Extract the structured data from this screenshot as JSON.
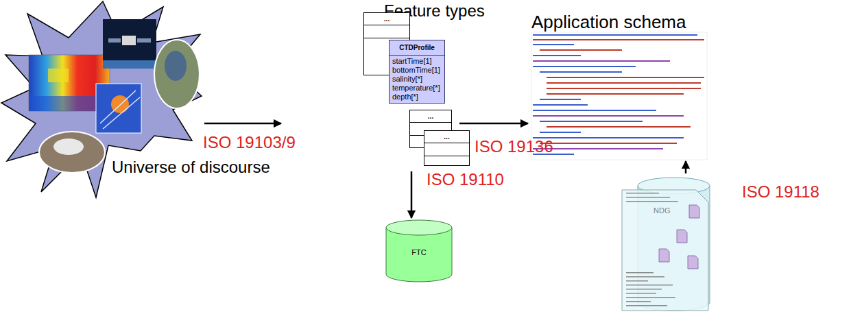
{
  "diagram": {
    "nodes": [
      {
        "text": [
          "Universe of discourse"
        ]
      },
      {
        "text": [
          "Feature types"
        ]
      },
      {
        "text": [
          "..."
        ],
        "in": 1
      },
      {
        "text": [
          "CTDProfile",
          "startTime[1]",
          "bottomTime[1]",
          "salinity[*]",
          "temperature[*]",
          "depth[*]"
        ],
        "in": 1
      },
      {
        "text": [
          "..."
        ],
        "in": 1
      },
      {
        "text": [
          "..."
        ],
        "in": 1
      },
      {
        "text": [
          "FTC"
        ]
      },
      {
        "text": [
          "Application schema"
        ]
      },
      {
        "text": [
          "NDG"
        ]
      }
    ],
    "edges": [
      {
        "from": 0,
        "to": 1,
        "arrow": "to",
        "label": "ISO 19103/9"
      },
      {
        "from": 1,
        "to": 7,
        "arrow": "to",
        "label": "ISO 19136"
      },
      {
        "from": 1,
        "to": 6,
        "arrow": "to",
        "label": "ISO 19110"
      },
      {
        "from": 8,
        "to": 7,
        "arrow": "to",
        "label": "ISO 19118"
      }
    ]
  }
}
